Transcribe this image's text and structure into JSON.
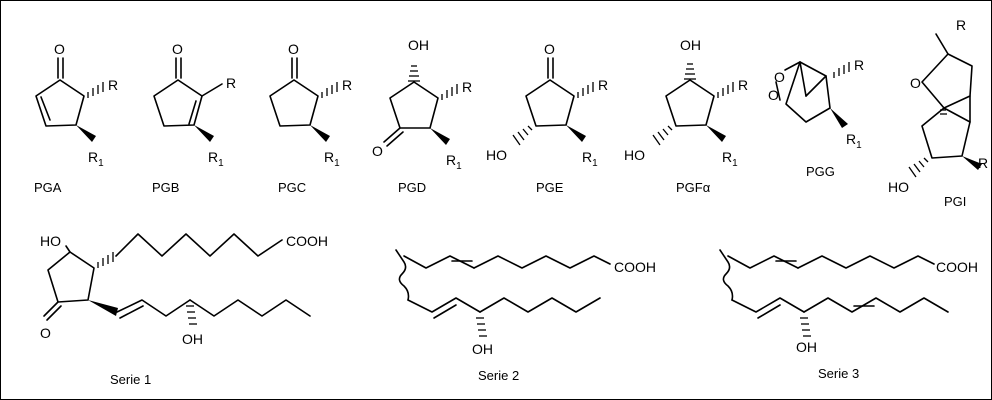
{
  "prostanoid_labels": {
    "pga": "PGA",
    "pgb": "PGB",
    "pgc": "PGC",
    "pgd": "PGD",
    "pge": "PGE",
    "pgf": "PGFα",
    "pgg": "PGG",
    "pgi": "PGI"
  },
  "series_labels": {
    "s1": "Serie 1",
    "s2": "Serie 2",
    "s3": "Serie 3"
  },
  "atoms": {
    "o": "O",
    "oh": "OH",
    "ho": "HO",
    "r": "R",
    "r1": "R",
    "r1_sub": "1",
    "cooh": "COOH"
  }
}
